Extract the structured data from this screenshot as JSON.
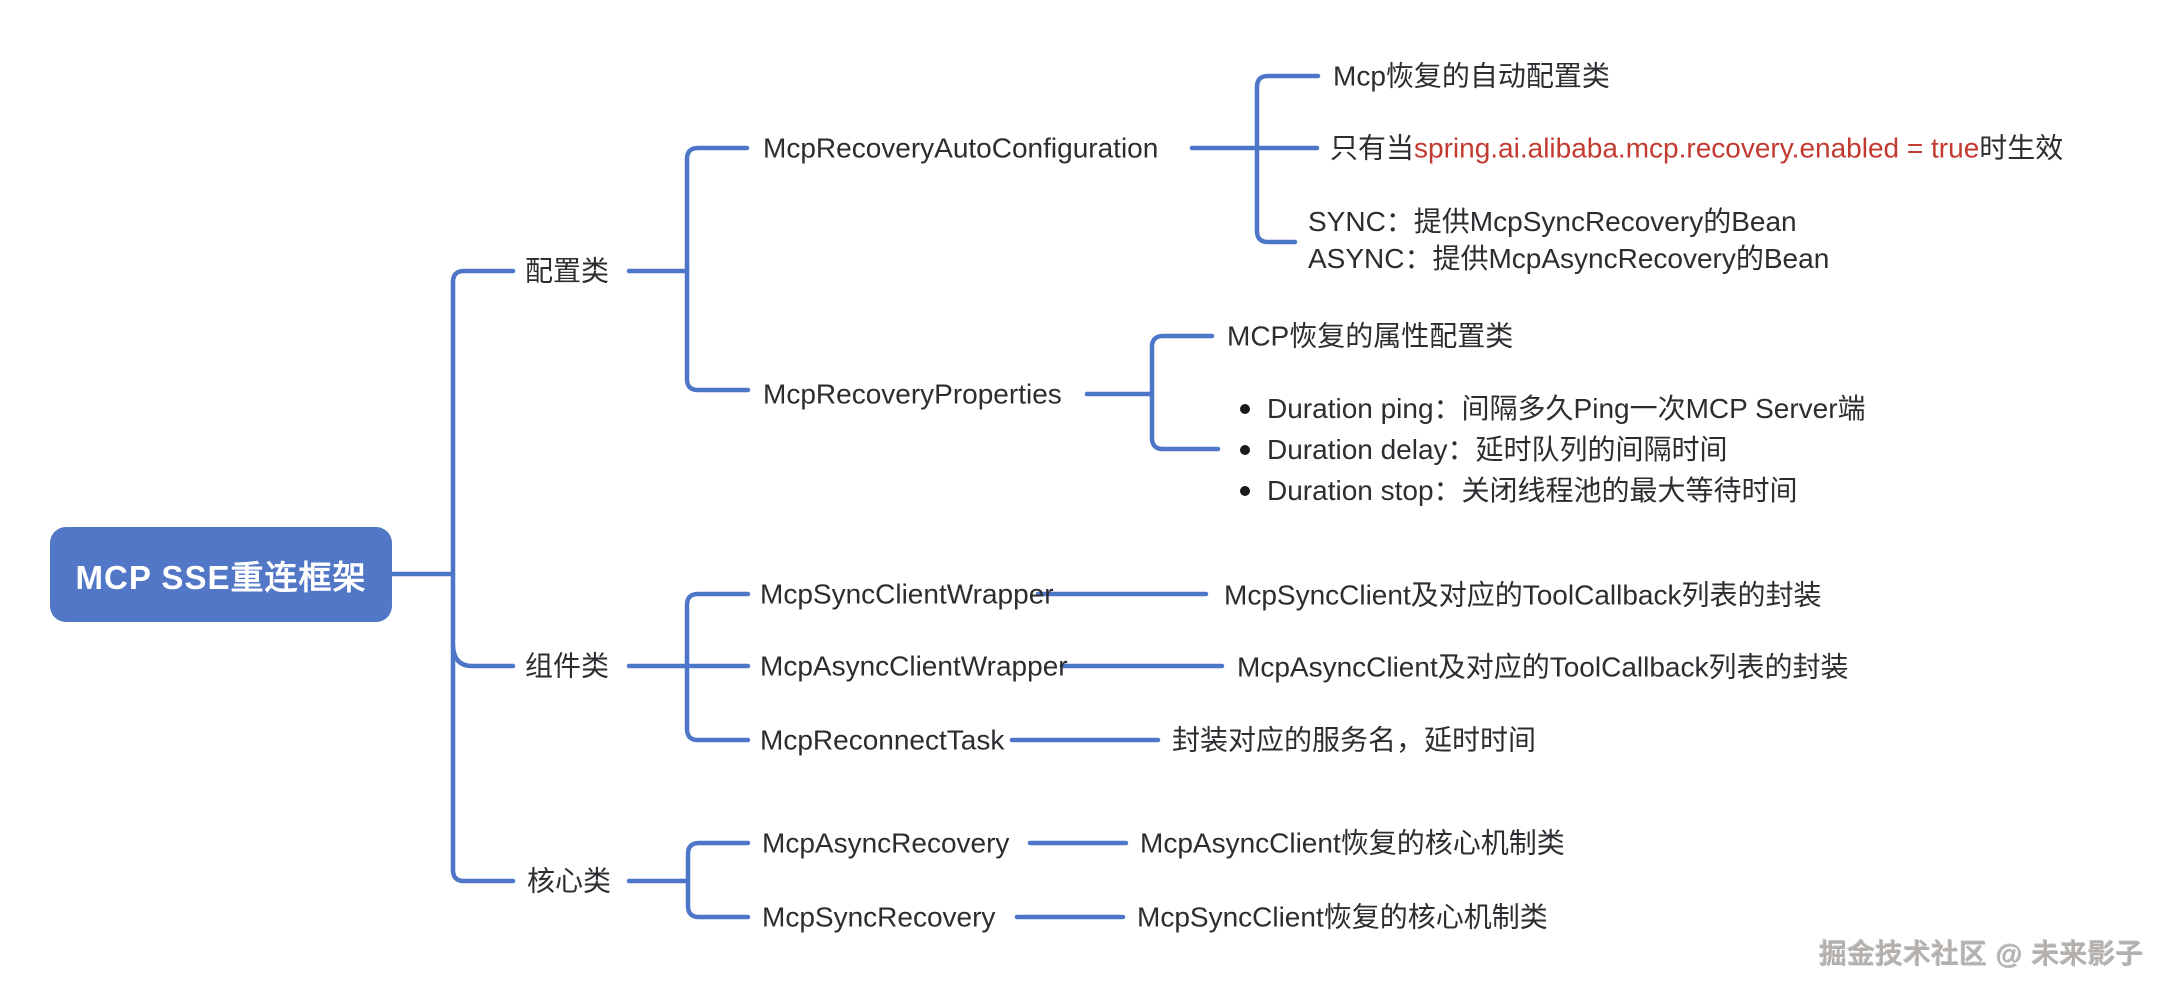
{
  "palette": {
    "node_blue": "#5277C6",
    "line_blue": "#4E76C8",
    "text_dark": "#2B2D31",
    "highlight_red": "#C33A31",
    "watermark_gray": "#B3B0AD"
  },
  "root": {
    "label": "MCP SSE重连框架"
  },
  "branches": [
    {
      "label": "配置类",
      "children": [
        {
          "label": "McpRecoveryAutoConfiguration",
          "children": [
            {
              "label": "Mcp恢复的自动配置类"
            },
            {
              "prefix": "只有当",
              "highlight": "spring.ai.alibaba.mcp.recovery.enabled = true",
              "suffix": "时生效"
            },
            {
              "lines": [
                "SYNC：提供McpSyncRecovery的Bean",
                "ASYNC：提供McpAsyncRecovery的Bean"
              ]
            }
          ]
        },
        {
          "label": "McpRecoveryProperties",
          "children": [
            {
              "label": "MCP恢复的属性配置类"
            },
            {
              "bullets": [
                "Duration ping：间隔多久Ping一次MCP Server端",
                "Duration delay：延时队列的间隔时间",
                "Duration stop：关闭线程池的最大等待时间"
              ]
            }
          ]
        }
      ]
    },
    {
      "label": "组件类",
      "children": [
        {
          "label": "McpSyncClientWrapper",
          "children": [
            {
              "label": "McpSyncClient及对应的ToolCallback列表的封装"
            }
          ]
        },
        {
          "label": "McpAsyncClientWrapper",
          "children": [
            {
              "label": "McpAsyncClient及对应的ToolCallback列表的封装"
            }
          ]
        },
        {
          "label": "McpReconnectTask",
          "children": [
            {
              "label": "封装对应的服务名，延时时间"
            }
          ]
        }
      ]
    },
    {
      "label": "核心类",
      "children": [
        {
          "label": "McpAsyncRecovery",
          "children": [
            {
              "label": "McpAsyncClient恢复的核心机制类"
            }
          ]
        },
        {
          "label": "McpSyncRecovery",
          "children": [
            {
              "label": "McpSyncClient恢复的核心机制类"
            }
          ]
        }
      ]
    }
  ],
  "watermark": "掘金技术社区 @ 未来影子"
}
